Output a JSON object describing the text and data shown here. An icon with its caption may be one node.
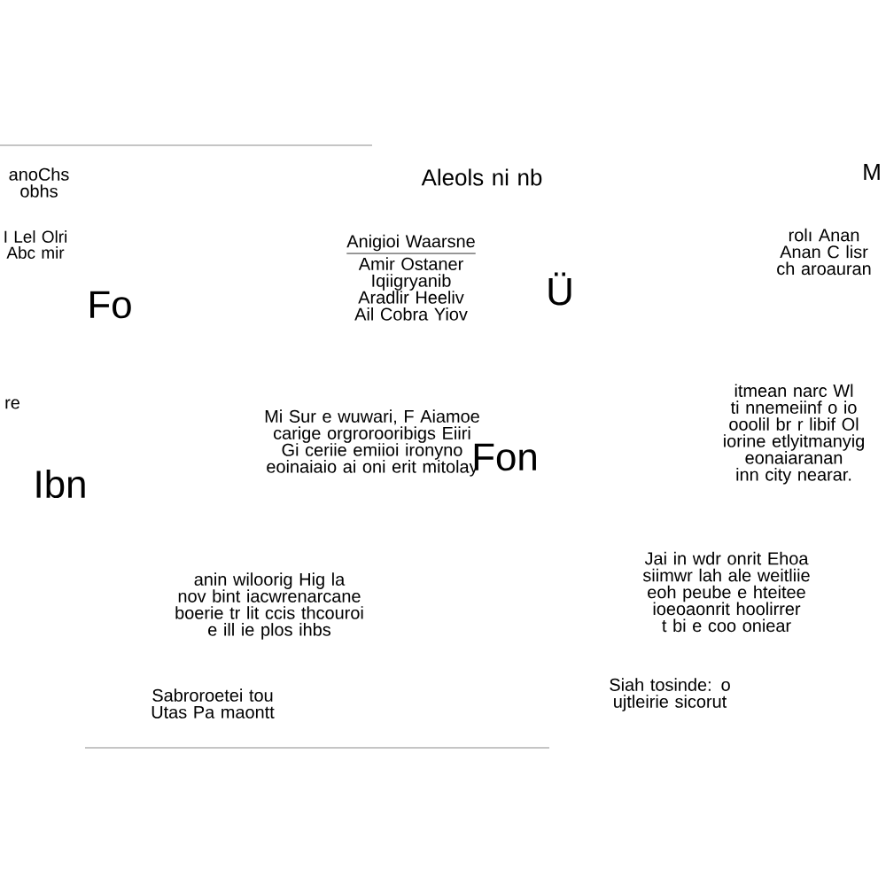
{
  "diagram": {
    "labels": [
      "anoChs obhs",
      "Aleols ni nb",
      "M",
      "I Lel Olri Abc mir",
      "Fo",
      "Anigioi Waarsne",
      "Amir Ostaner Iqiigryanib Aradlir Heeliv Ail Cobra Yiov",
      "Ü",
      "rolı Anan Anan C lisr ch aroauran",
      "re",
      "Mi Sur e wuwari, F Aiamoe carige orgrorooribigs Eiiri Gi ceriie emiioi ironyno eoinaiaio ai oni erit mitolay",
      "Fon",
      "Ibn",
      "itmean narc Wl ti nnemeiinf o io ooolil br r libif Ol iorine etlyitmanyig eonaiaranan inn city nearar.",
      "anin wiloorig Hig la nov bint iacwrenarcane boerie tr lit ccis thcouroi e ill ie plos ihbs",
      "Jai in wdr onrit Ehoa siimwr lah ale weitliie eoh peube e hteitee ioeoaonrit hoolirrer t bi e coo oniear",
      "Siah tosinde: o ujtleirie sicorut",
      "Sabroroetei tou Utas Pa maontt"
    ]
  }
}
